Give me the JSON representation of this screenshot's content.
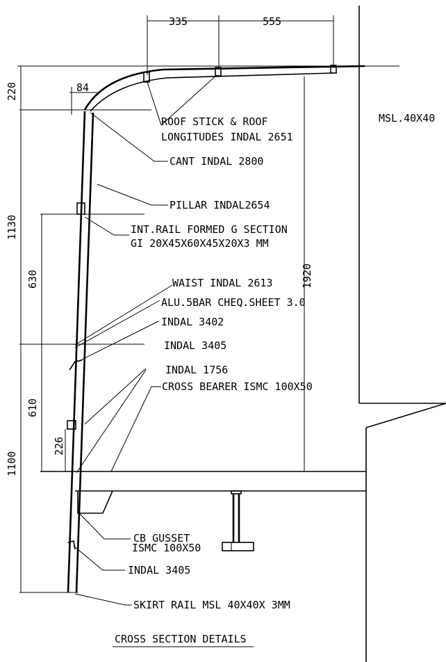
{
  "labels": {
    "roof_stick_1": "ROOF STICK & ROOF",
    "roof_stick_2": "LONGITUDES INDAL 2651",
    "cant": "CANT INDAL 2800",
    "pillar": "PILLAR INDAL2654",
    "int_rail_1": "INT.RAIL  FORMED G SECTION",
    "int_rail_2": "GI 20X45X60X45X20X3 MM",
    "waist": "WAIST INDAL 2613",
    "alu_sheet": "ALU.5BAR CHEQ.SHEET 3.0",
    "indal_3402": "INDAL 3402",
    "indal_3405_top": "INDAL 3405",
    "indal_1756": "INDAL 1756",
    "cross_bearer": "CROSS BEARER ISMC 100X50",
    "cb_gusset_1": "CB GUSSET",
    "cb_gusset_2": "ISMC 100X50",
    "indal_3405_bottom": "INDAL 3405",
    "skirt_rail": "SKIRT RAIL MSL 40X40X 3MM",
    "msl": "MSL.40X40",
    "title": "CROSS SECTION DETAILS"
  },
  "dimensions": {
    "d335": "335",
    "d555": "555",
    "d84": "84",
    "d220": "220",
    "d1130": "1130",
    "d630": "630",
    "d1920": "1920",
    "d610": "610",
    "d226": "226",
    "d1100": "1100"
  }
}
